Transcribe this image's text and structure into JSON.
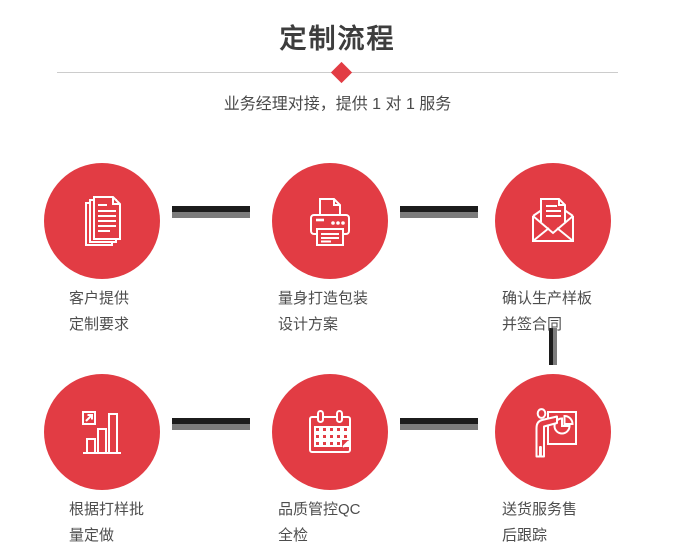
{
  "header": {
    "title": "定制流程",
    "subtitle": "业务经理对接，提供 1 对 1 服务"
  },
  "colors": {
    "accent_red": "#e23c44",
    "connector_black": "#1c1c1c",
    "connector_gray": "#7c7c7c",
    "divider_gray": "#cccccc",
    "title_text": "#3d3d3d",
    "label_text": "#4d4d4d",
    "icon_stroke": "#ffffff"
  },
  "steps": [
    {
      "icon": "documents-icon",
      "lines": [
        "客户提供",
        "定制要求"
      ]
    },
    {
      "icon": "printer-icon",
      "lines": [
        "量身打造包装",
        "设计方案"
      ]
    },
    {
      "icon": "envelope-icon",
      "lines": [
        "确认生产样板",
        "并签合同"
      ]
    },
    {
      "icon": "bar-chart-icon",
      "lines": [
        "根据打样批",
        "量定做"
      ]
    },
    {
      "icon": "calendar-icon",
      "lines": [
        "品质管控QC",
        "全检"
      ]
    },
    {
      "icon": "presentation-icon",
      "lines": [
        "送货服务售",
        "后跟踪"
      ]
    }
  ]
}
